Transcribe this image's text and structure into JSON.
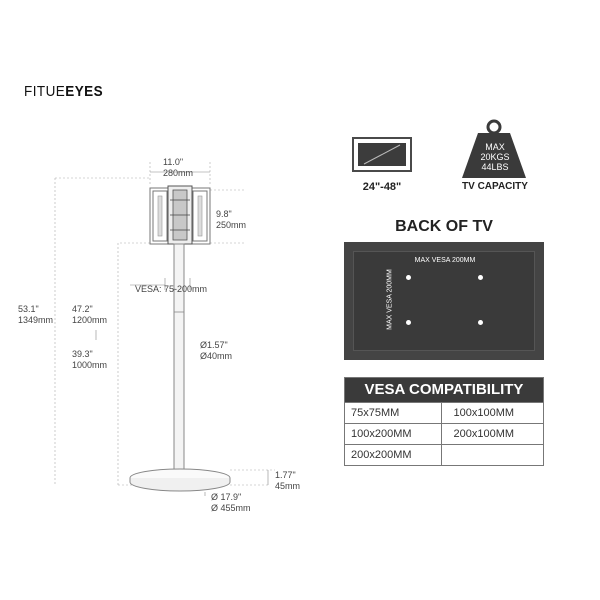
{
  "brand": {
    "part1": "FITUE",
    "part2": "EYES"
  },
  "dimensions": {
    "width": "11.0\"",
    "width_mm": "280mm",
    "height_bracket": "9.8\"",
    "height_bracket_mm": "250mm",
    "vesa": "VESA: 75-200mm",
    "total_height": "53.1\"",
    "total_height_mm": "1349mm",
    "max_height": "47.2\"",
    "max_height_mm": "1200mm",
    "min_height": "39.3\"",
    "min_height_mm": "1000mm",
    "pole_diameter": "Ø1.57\"",
    "pole_diameter_mm": "Ø40mm",
    "base_height": "1.77\"",
    "base_height_mm": "45mm",
    "base_diameter": "Ø 17.9\"",
    "base_diameter_mm": "Ø 455mm"
  },
  "spec": {
    "tv_size": "24\"-48\"",
    "weight_line1": "MAX",
    "weight_line2": "20KGS",
    "weight_line3": "44LBS",
    "capacity_label": "TV CAPACITY"
  },
  "back_of_tv": {
    "title": "BACK OF TV",
    "vesa_horizontal": "MAX VESA 200MM",
    "vesa_vertical": "MAX VESA 200MM"
  },
  "vesa_compat": {
    "title": "VESA COMPATIBILITY",
    "rows": [
      [
        "75x75MM",
        "100x100MM"
      ],
      [
        "100x200MM",
        "200x100MM"
      ],
      [
        "200x200MM",
        ""
      ]
    ]
  },
  "colors": {
    "dark": "#3a3a3a",
    "line": "#555555"
  }
}
